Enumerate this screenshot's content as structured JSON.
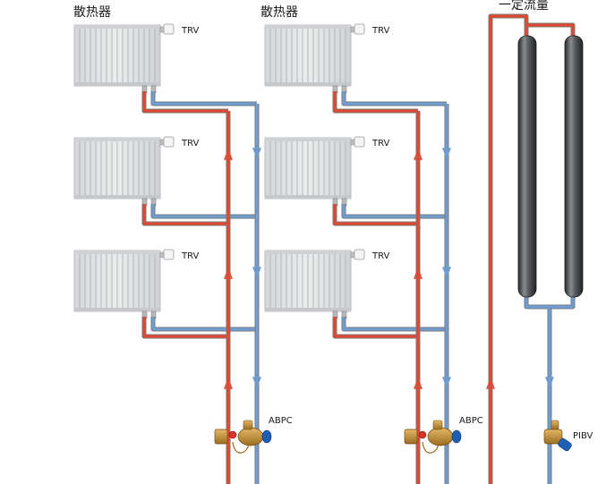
{
  "labels": {
    "radiator_left": "散热器",
    "radiator_mid": "散热器",
    "constant_flow": "一定流量",
    "trv": "TRV",
    "abpc": "ABPC",
    "pibv": "PIBV"
  },
  "colors": {
    "supply": "#e2472f",
    "return": "#6d9fd6",
    "radiator_fill": "#e3e4e6",
    "radiator_stroke": "#b8bbc0",
    "valve_brass": "#c9953c",
    "valve_blue": "#1d5fb3",
    "tank_dark": "#3a3b3e"
  },
  "icons": [
    "arrow-up-icon",
    "arrow-down-icon",
    "radiator-icon",
    "valve-icon"
  ]
}
